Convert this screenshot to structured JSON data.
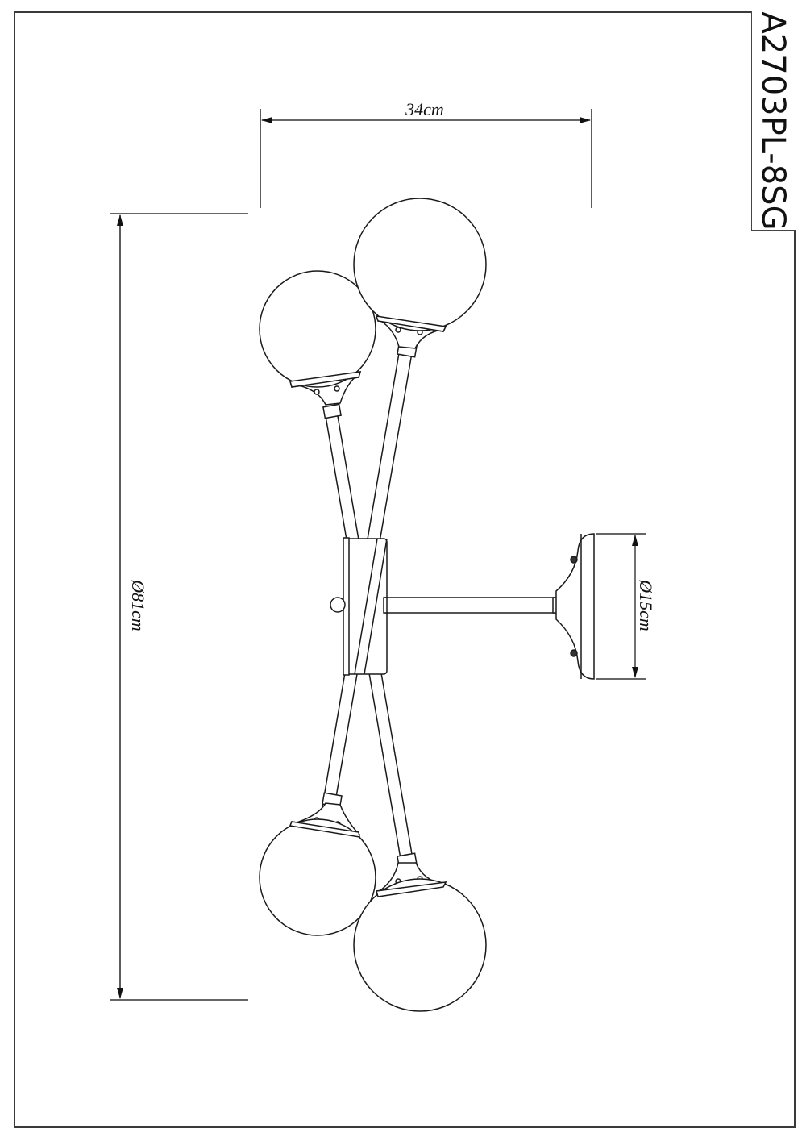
{
  "drawing": {
    "model_number": "A2703PL-8SG",
    "type": "Technical dimension drawing - wall/ceiling light fixture with glass globes",
    "dimensions": {
      "width": "34cm",
      "height": "Ø81cm",
      "canopy_diameter": "Ø15cm"
    },
    "components": {
      "globes": 4,
      "arms": 2,
      "canopy": "round wall plate with two screws",
      "stem": "horizontal connecting rod"
    },
    "colors": {
      "line": "#1a1a1a",
      "background": "#ffffff",
      "frame": "#3a3a3a"
    }
  }
}
